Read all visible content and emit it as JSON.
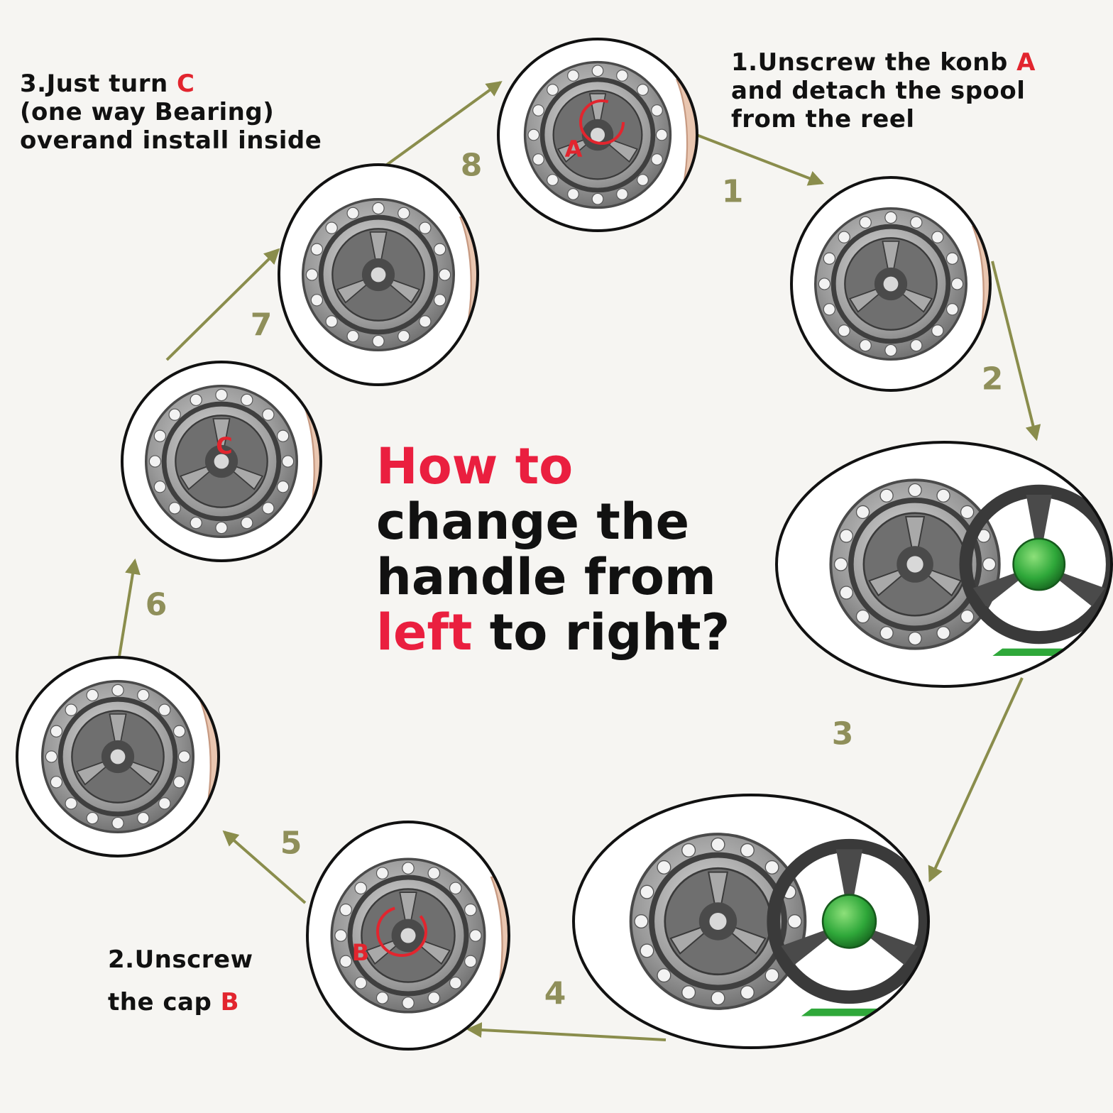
{
  "title": {
    "line1": "How to",
    "line2": "change the",
    "line3": "handle from",
    "line4_highlight": "left",
    "line4_rest": " to right?"
  },
  "notes": {
    "step1": {
      "line1_text": "1.Unscrew the konb ",
      "line1_mark": "A",
      "line2": "and detach the spool",
      "line3": "from the reel"
    },
    "step2": {
      "line1": "2.Unscrew",
      "line2_text": "the cap ",
      "line2_mark": "B"
    },
    "step3": {
      "line1_text": "3.Just turn ",
      "line1_mark": "C",
      "line2": "(one way Bearing)",
      "line3": "overand install inside"
    }
  },
  "photo_markers": {
    "a": "A",
    "b": "B",
    "c": "C"
  },
  "step_numbers": [
    "1",
    "2",
    "3",
    "4",
    "5",
    "6",
    "7",
    "8"
  ],
  "colors": {
    "arrow": "#8a8d4c",
    "step_number": "#8f8f5a",
    "highlight_red": "#e2252e",
    "title_red": "#ea1f3f",
    "reel_metal": "#8c8c8c",
    "reel_green": "#2fa83a"
  }
}
